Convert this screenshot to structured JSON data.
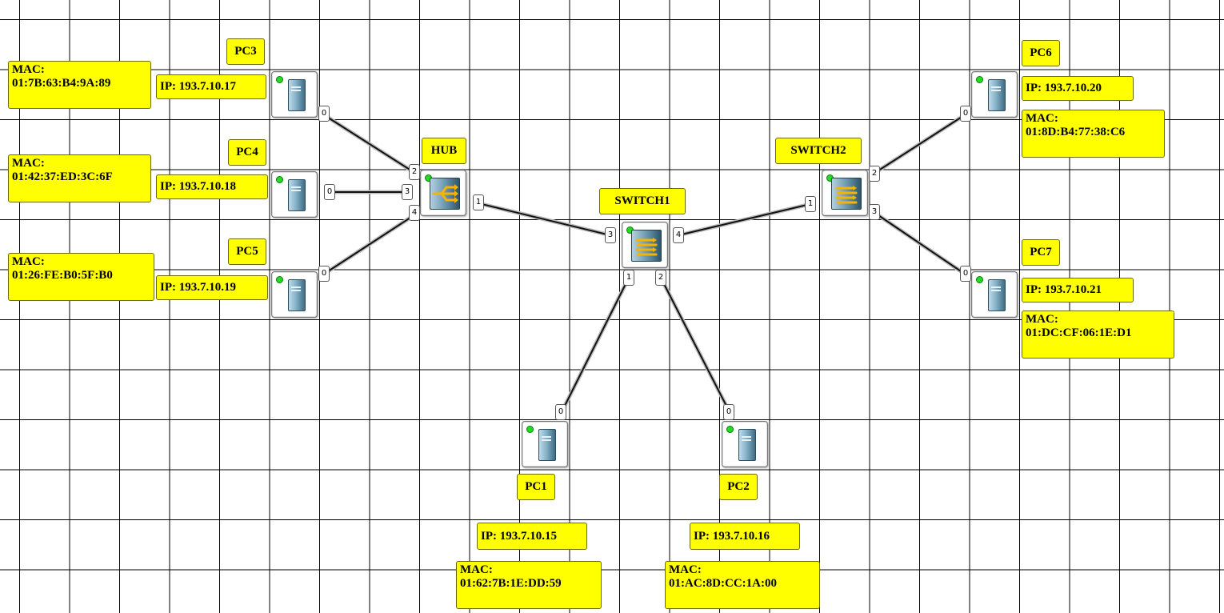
{
  "devices": {
    "pc1": {
      "name": "PC1",
      "ip": "IP: 193.7.10.15",
      "mac_title": "MAC:",
      "mac": "01:62:7B:1E:DD:59",
      "port": "0"
    },
    "pc2": {
      "name": "PC2",
      "ip": "IP: 193.7.10.16",
      "mac_title": "MAC:",
      "mac": "01:AC:8D:CC:1A:00",
      "port": "0"
    },
    "pc3": {
      "name": "PC3",
      "ip": "IP: 193.7.10.17",
      "mac_title": "MAC:",
      "mac": "01:7B:63:B4:9A:89",
      "port": "0"
    },
    "pc4": {
      "name": "PC4",
      "ip": "IP: 193.7.10.18",
      "mac_title": "MAC:",
      "mac": "01:42:37:ED:3C:6F",
      "port": "0"
    },
    "pc5": {
      "name": "PC5",
      "ip": "IP: 193.7.10.19",
      "mac_title": "MAC:",
      "mac": "01:26:FE:B0:5F:B0",
      "port": "0"
    },
    "pc6": {
      "name": "PC6",
      "ip": "IP: 193.7.10.20",
      "mac_title": "MAC:",
      "mac": "01:8D:B4:77:38:C6",
      "port": "0"
    },
    "pc7": {
      "name": "PC7",
      "ip": "IP: 193.7.10.21",
      "mac_title": "MAC:",
      "mac": "01:DC:CF:06:1E:D1",
      "port": "0"
    },
    "hub": {
      "name": "HUB",
      "ports": {
        "p1": "1",
        "p2": "2",
        "p3": "3",
        "p4": "4"
      }
    },
    "switch1": {
      "name": "SWITCH1",
      "ports": {
        "p1": "1",
        "p2": "2",
        "p3": "3",
        "p4": "4"
      }
    },
    "switch2": {
      "name": "SWITCH2",
      "ports": {
        "p1": "1",
        "p2": "2",
        "p3": "3"
      }
    }
  },
  "connections": [
    {
      "from": "PC3",
      "from_port": "0",
      "to": "HUB",
      "to_port": "2"
    },
    {
      "from": "PC4",
      "from_port": "0",
      "to": "HUB",
      "to_port": "3"
    },
    {
      "from": "PC5",
      "from_port": "0",
      "to": "HUB",
      "to_port": "4"
    },
    {
      "from": "HUB",
      "from_port": "1",
      "to": "SWITCH1",
      "to_port": "3"
    },
    {
      "from": "SWITCH1",
      "from_port": "4",
      "to": "SWITCH2",
      "to_port": "1"
    },
    {
      "from": "SWITCH1",
      "from_port": "1",
      "to": "PC1",
      "to_port": "0"
    },
    {
      "from": "SWITCH1",
      "from_port": "2",
      "to": "PC2",
      "to_port": "0"
    },
    {
      "from": "SWITCH2",
      "from_port": "2",
      "to": "PC6",
      "to_port": "0"
    },
    {
      "from": "SWITCH2",
      "from_port": "3",
      "to": "PC7",
      "to_port": "0"
    }
  ],
  "colors": {
    "label_bg": "#ffff00",
    "led": "#22dd22",
    "grid": "#000000"
  },
  "icons": {
    "pc": "pc-tower-icon",
    "hub": "hub-icon",
    "switch": "switch-icon"
  }
}
